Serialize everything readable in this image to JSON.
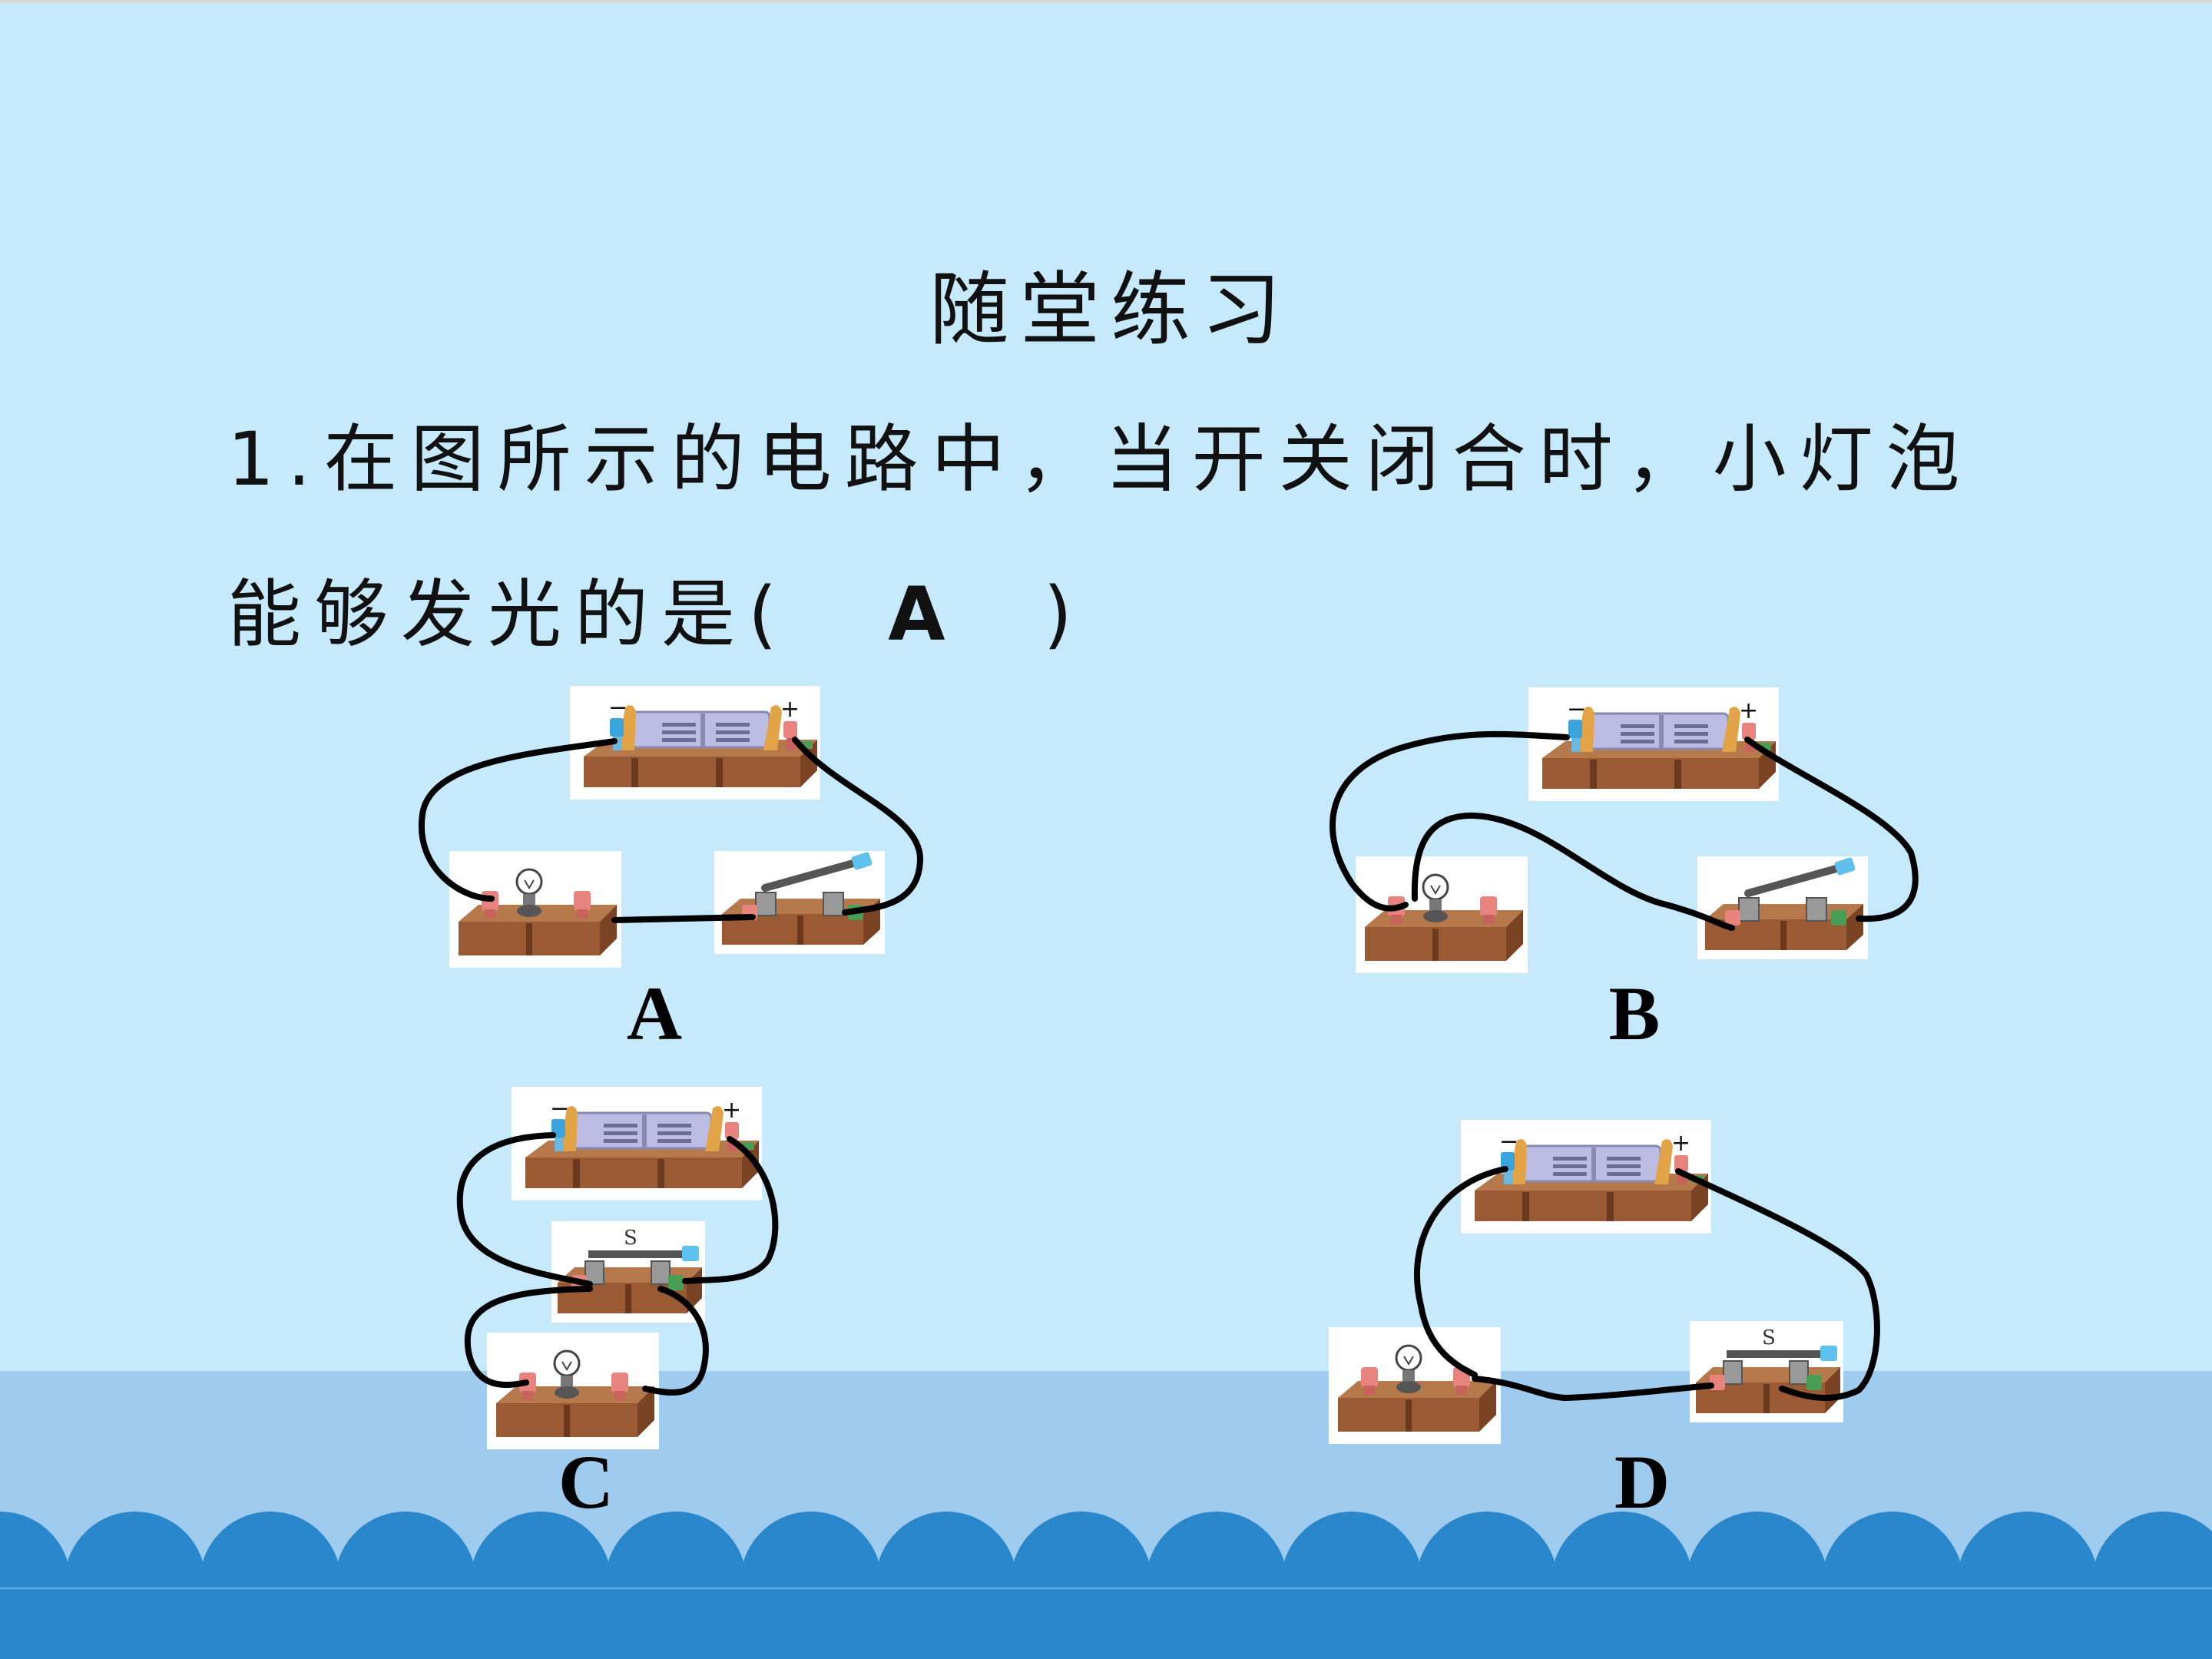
{
  "title": "随堂练习",
  "question": {
    "line1": "1.在图所示的电路中，当开关闭合时，小灯泡",
    "line2_prefix": "能够发光的是(",
    "answer": "A",
    "line2_suffix": ")"
  },
  "options": [
    {
      "label": "A"
    },
    {
      "label": "B"
    },
    {
      "label": "C"
    },
    {
      "label": "D"
    }
  ],
  "diagram_text": {
    "battery_negative": "−",
    "battery_positive": "+",
    "switch_symbol": "S"
  },
  "colors": {
    "background": "#c6e9fb",
    "lower_band": "#9fcbef",
    "waves": "#2b87cc",
    "wood": "#9a5a34",
    "wire": "#000000"
  }
}
